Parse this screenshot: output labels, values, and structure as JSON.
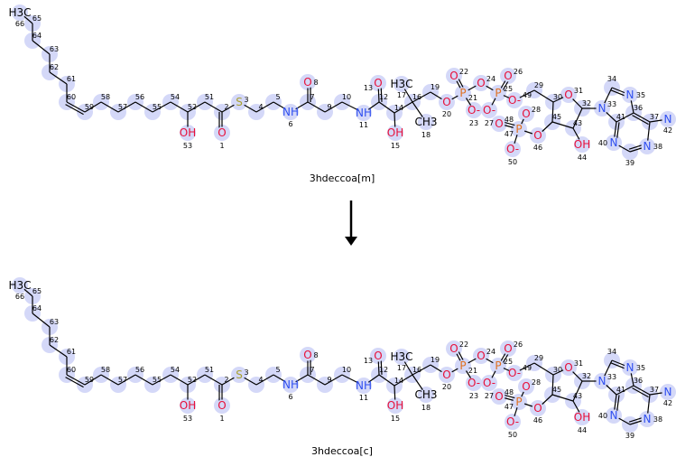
{
  "reaction": {
    "substrate": {
      "name": "3hdeccoa[m]"
    },
    "product": {
      "name": "3hdeccoa[c]"
    },
    "arrow": "reaction-arrow"
  },
  "colors": {
    "O": "#e8103a",
    "N": "#3050f0",
    "P": "#e07020",
    "S": "#a8a030",
    "C": "#000000",
    "highlight": "#d4d8f8",
    "bond": "#000000"
  },
  "atoms": [
    {
      "n": "1",
      "label": "O"
    },
    {
      "n": "2",
      "label": ""
    },
    {
      "n": "3",
      "label": "S"
    },
    {
      "n": "4",
      "label": ""
    },
    {
      "n": "5",
      "label": ""
    },
    {
      "n": "6",
      "label": "NH"
    },
    {
      "n": "7",
      "label": ""
    },
    {
      "n": "8",
      "label": "O"
    },
    {
      "n": "9",
      "label": ""
    },
    {
      "n": "10",
      "label": ""
    },
    {
      "n": "11",
      "label": "NH"
    },
    {
      "n": "12",
      "label": ""
    },
    {
      "n": "13",
      "label": "O"
    },
    {
      "n": "14",
      "label": ""
    },
    {
      "n": "15",
      "label": "OH"
    },
    {
      "n": "16",
      "label": ""
    },
    {
      "n": "17",
      "label": "H3C"
    },
    {
      "n": "18",
      "label": "CH3"
    },
    {
      "n": "19",
      "label": ""
    },
    {
      "n": "20",
      "label": "O"
    },
    {
      "n": "21",
      "label": "P"
    },
    {
      "n": "22",
      "label": "O"
    },
    {
      "n": "23",
      "label": "O-"
    },
    {
      "n": "24",
      "label": "O"
    },
    {
      "n": "25",
      "label": "P"
    },
    {
      "n": "26",
      "label": "O"
    },
    {
      "n": "27",
      "label": "O-"
    },
    {
      "n": "28",
      "label": "O"
    },
    {
      "n": "29",
      "label": ""
    },
    {
      "n": "30",
      "label": ""
    },
    {
      "n": "31",
      "label": "O"
    },
    {
      "n": "32",
      "label": ""
    },
    {
      "n": "33",
      "label": "N"
    },
    {
      "n": "34",
      "label": ""
    },
    {
      "n": "35",
      "label": "N"
    },
    {
      "n": "36",
      "label": ""
    },
    {
      "n": "37",
      "label": ""
    },
    {
      "n": "38",
      "label": "N"
    },
    {
      "n": "39",
      "label": ""
    },
    {
      "n": "40",
      "label": "N"
    },
    {
      "n": "41",
      "label": ""
    },
    {
      "n": "42",
      "label": "N"
    },
    {
      "n": "43",
      "label": ""
    },
    {
      "n": "44",
      "label": "OH"
    },
    {
      "n": "45",
      "label": ""
    },
    {
      "n": "46",
      "label": "O"
    },
    {
      "n": "47",
      "label": "P"
    },
    {
      "n": "48",
      "label": "O"
    },
    {
      "n": "49",
      "label": "O-"
    },
    {
      "n": "50",
      "label": "O-"
    },
    {
      "n": "51",
      "label": ""
    },
    {
      "n": "52",
      "label": ""
    },
    {
      "n": "53",
      "label": "OH"
    },
    {
      "n": "54",
      "label": ""
    },
    {
      "n": "55",
      "label": ""
    },
    {
      "n": "56",
      "label": ""
    },
    {
      "n": "57",
      "label": ""
    },
    {
      "n": "58",
      "label": ""
    },
    {
      "n": "59",
      "label": ""
    },
    {
      "n": "60",
      "label": ""
    },
    {
      "n": "61",
      "label": ""
    },
    {
      "n": "62",
      "label": ""
    },
    {
      "n": "63",
      "label": ""
    },
    {
      "n": "64",
      "label": ""
    },
    {
      "n": "65",
      "label": ""
    },
    {
      "n": "66",
      "label": "H3C"
    }
  ],
  "bonds": [
    [
      "66",
      "65",
      1
    ],
    [
      "65",
      "64",
      1
    ],
    [
      "64",
      "63",
      1
    ],
    [
      "63",
      "62",
      1
    ],
    [
      "62",
      "61",
      1
    ],
    [
      "61",
      "60",
      1
    ],
    [
      "60",
      "59",
      2
    ],
    [
      "59",
      "58",
      1
    ],
    [
      "58",
      "57",
      1
    ],
    [
      "57",
      "56",
      1
    ],
    [
      "56",
      "55",
      1
    ],
    [
      "55",
      "54",
      1
    ],
    [
      "54",
      "52",
      1
    ],
    [
      "52",
      "53",
      1
    ],
    [
      "52",
      "51",
      1
    ],
    [
      "51",
      "2",
      1
    ],
    [
      "2",
      "1",
      2
    ],
    [
      "2",
      "3",
      1
    ],
    [
      "3",
      "4",
      1
    ],
    [
      "4",
      "5",
      1
    ],
    [
      "5",
      "6",
      1
    ],
    [
      "6",
      "7",
      1
    ],
    [
      "7",
      "8",
      2
    ],
    [
      "7",
      "9",
      1
    ],
    [
      "9",
      "10",
      1
    ],
    [
      "10",
      "11",
      1
    ],
    [
      "11",
      "12",
      1
    ],
    [
      "12",
      "13",
      2
    ],
    [
      "12",
      "14",
      1
    ],
    [
      "14",
      "15",
      1
    ],
    [
      "14",
      "16",
      1
    ],
    [
      "16",
      "17",
      1
    ],
    [
      "16",
      "18",
      1
    ],
    [
      "16",
      "19",
      1
    ],
    [
      "19",
      "20",
      1
    ],
    [
      "20",
      "21",
      1
    ],
    [
      "21",
      "22",
      2
    ],
    [
      "21",
      "23",
      1
    ],
    [
      "21",
      "24",
      1
    ],
    [
      "24",
      "25",
      1
    ],
    [
      "25",
      "26",
      2
    ],
    [
      "25",
      "27",
      1
    ],
    [
      "25",
      "49",
      1
    ],
    [
      "49",
      "29",
      1
    ],
    [
      "29",
      "30",
      1
    ],
    [
      "30",
      "31",
      1
    ],
    [
      "31",
      "32",
      1
    ],
    [
      "32",
      "43",
      1
    ],
    [
      "43",
      "45",
      1
    ],
    [
      "45",
      "30",
      1
    ],
    [
      "43",
      "44",
      1
    ],
    [
      "45",
      "46",
      1
    ],
    [
      "46",
      "47",
      1
    ],
    [
      "47",
      "48",
      2
    ],
    [
      "47",
      "28",
      1
    ],
    [
      "47",
      "50",
      1
    ],
    [
      "32",
      "33",
      1
    ],
    [
      "33",
      "34",
      1
    ],
    [
      "34",
      "35",
      2
    ],
    [
      "35",
      "36",
      1
    ],
    [
      "36",
      "41",
      1
    ],
    [
      "41",
      "33",
      1
    ],
    [
      "36",
      "37",
      2
    ],
    [
      "37",
      "42",
      1
    ],
    [
      "37",
      "38",
      1
    ],
    [
      "38",
      "39",
      2
    ],
    [
      "39",
      "40",
      1
    ],
    [
      "40",
      "41",
      2
    ]
  ]
}
